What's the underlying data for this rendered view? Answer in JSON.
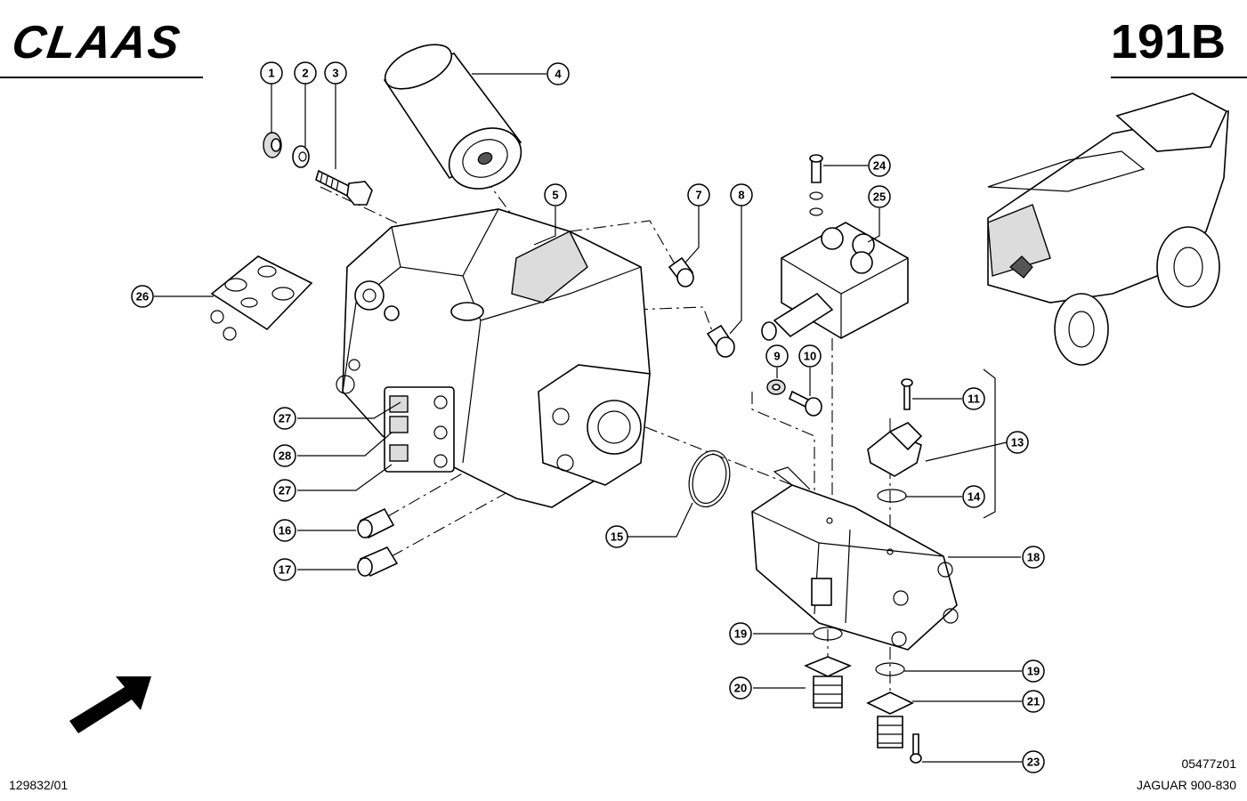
{
  "header": {
    "brand": "CLAAS",
    "page_number": "191B"
  },
  "footer": {
    "drawing_number": "129832/01",
    "image_code": "05477z01",
    "model": "JAGUAR  900-830"
  },
  "callouts": [
    "1",
    "2",
    "3",
    "4",
    "5",
    "7",
    "8",
    "9",
    "10",
    "11",
    "13",
    "14",
    "15",
    "16",
    "17",
    "18",
    "19",
    "19",
    "20",
    "21",
    "23",
    "24",
    "25",
    "26",
    "27",
    "27",
    "28"
  ],
  "icons": {
    "orientation_arrow": "direction-arrow-icon",
    "machine_thumbnail": "forage-harvester-icon"
  }
}
